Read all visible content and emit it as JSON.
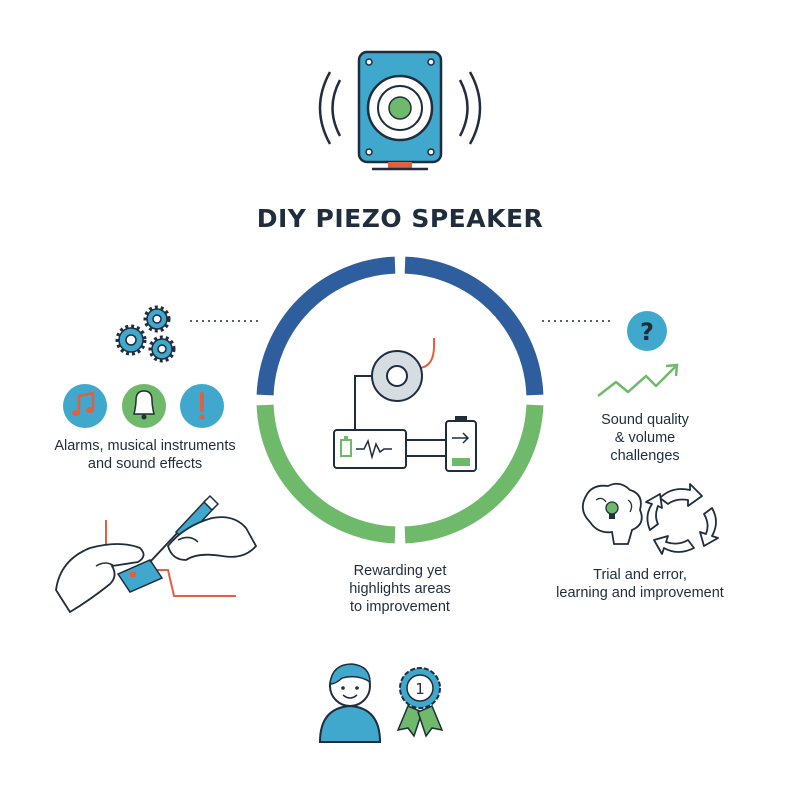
{
  "title": "DIY PIEZO SPEAKER",
  "captions": {
    "applications": "Alarms, musical instruments\nand sound effects",
    "sound_quality": "Sound quality\n& volume\nchallenges",
    "trial_error": "Trial and error,\nlearning and improvement",
    "rewarding": "Rewarding yet\nhighlights areas\nto improvement"
  },
  "icons": {
    "speaker": "speaker-icon",
    "gears": "gears-icon",
    "music_note": "music-note-icon",
    "bell": "bell-icon",
    "alert": "exclamation-icon",
    "soldering": "soldering-hands-icon",
    "question": "question-mark-icon",
    "trend": "zigzag-trend-icon",
    "brain": "brain-lightbulb-icon",
    "cycle": "cycle-arrows-icon",
    "person": "person-icon",
    "badge": "award-badge-icon",
    "badge_number": "1",
    "piezo": "piezo-disc-icon",
    "circuit": "circuit-battery-icon"
  },
  "colors": {
    "blue": "#2f5e9e",
    "green": "#6fb96a",
    "teal": "#3fa8cc",
    "orange": "#e0603f",
    "dark": "#1f2d3d"
  }
}
